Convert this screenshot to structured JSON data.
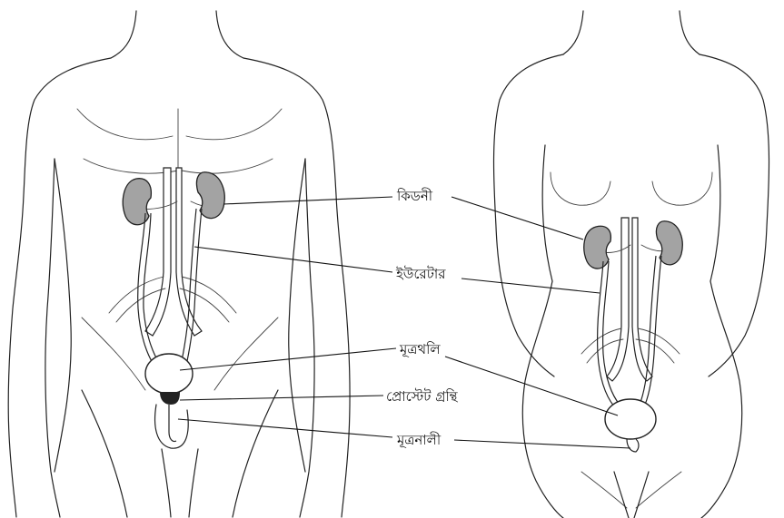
{
  "labels": {
    "kidney": "কিডনী",
    "ureter": "ইউরেটার",
    "bladder": "মূত্রথলি",
    "prostate": "প্রোস্টেট গ্রন্থি",
    "urethra": "মূত্রনালী"
  },
  "colors": {
    "line": "#222222",
    "kidney_fill": "#a3a3a3",
    "background": "#ffffff"
  }
}
